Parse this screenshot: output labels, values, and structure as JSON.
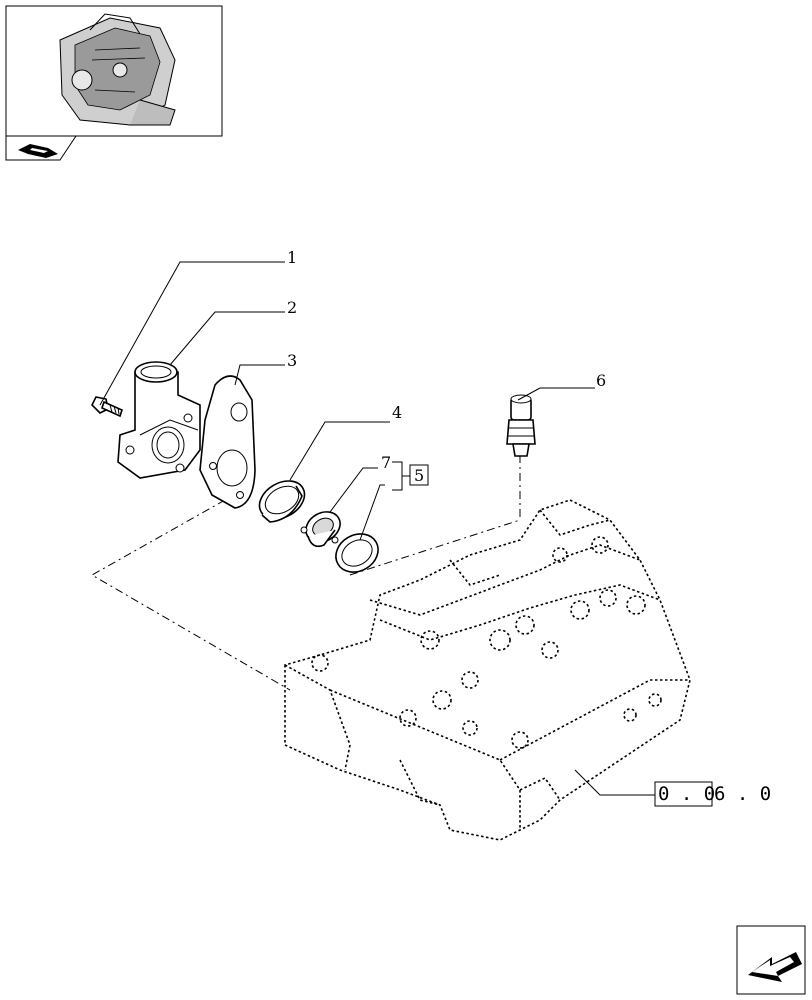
{
  "callouts": {
    "c1": "1",
    "c2": "2",
    "c3": "3",
    "c4": "4",
    "c5": "5",
    "c6": "6",
    "c7": "7"
  },
  "reference": {
    "boxed": "0 . 0",
    "rest": "6 . 0"
  },
  "icons": {
    "thumbnail": "engine-thumbnail",
    "book": "book-icon",
    "next": "next-page-arrow-icon"
  }
}
